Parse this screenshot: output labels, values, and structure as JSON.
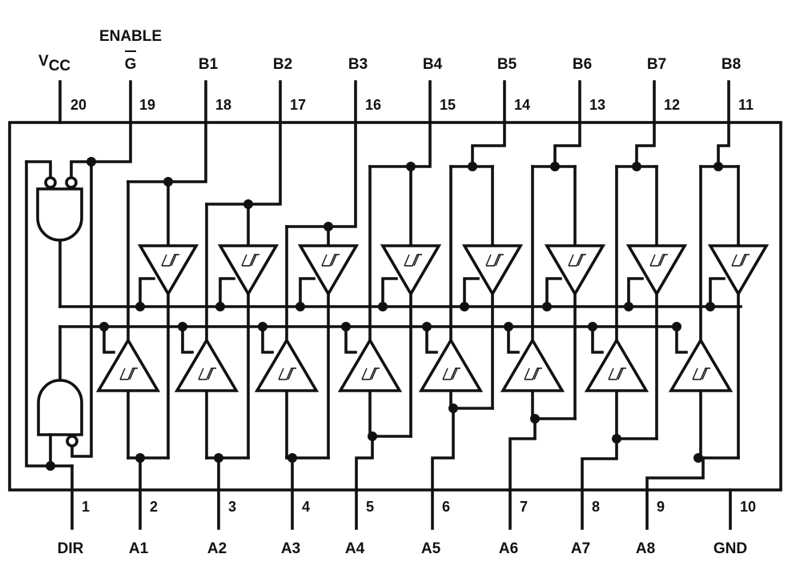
{
  "title": "ENABLE",
  "enable_pin": {
    "label": "G",
    "number": "19"
  },
  "vcc_pin": {
    "label_main": "V",
    "label_sub": "CC",
    "number": "20"
  },
  "top_pins": [
    {
      "label": "B1",
      "number": "18"
    },
    {
      "label": "B2",
      "number": "17"
    },
    {
      "label": "B3",
      "number": "16"
    },
    {
      "label": "B4",
      "number": "15"
    },
    {
      "label": "B5",
      "number": "14"
    },
    {
      "label": "B6",
      "number": "13"
    },
    {
      "label": "B7",
      "number": "12"
    },
    {
      "label": "B8",
      "number": "11"
    }
  ],
  "bottom_pins": [
    {
      "label": "DIR",
      "number": "1"
    },
    {
      "label": "A1",
      "number": "2"
    },
    {
      "label": "A2",
      "number": "3"
    },
    {
      "label": "A3",
      "number": "4"
    },
    {
      "label": "A4",
      "number": "5"
    },
    {
      "label": "A5",
      "number": "6"
    },
    {
      "label": "A6",
      "number": "7"
    },
    {
      "label": "A7",
      "number": "8"
    },
    {
      "label": "A8",
      "number": "9"
    },
    {
      "label": "GND",
      "number": "10"
    }
  ],
  "colors": {
    "ink": "#111111",
    "background": "#ffffff"
  }
}
